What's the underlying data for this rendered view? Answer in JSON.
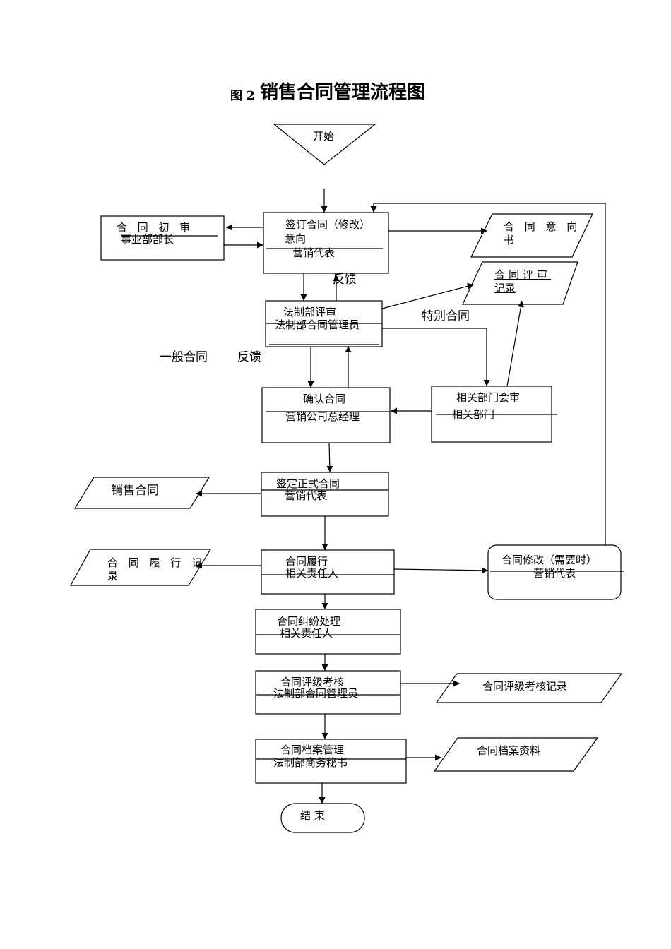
{
  "title": {
    "prefix": "图 2",
    "main": "销售合同管理流程图"
  },
  "nodes": {
    "start": "开始",
    "prelim_review": {
      "line1": "合 同 初 审",
      "line2": "事业部部长"
    },
    "sign_intent": {
      "line1": "签订合同（修改）",
      "line2": "意向",
      "line3": "营销代表"
    },
    "intent_letter": {
      "line1": "合 同 意 向",
      "line2": "书"
    },
    "review_record": {
      "line1": "合同评审",
      "line2": "记录"
    },
    "legal_review": {
      "line1": "法制部评审",
      "line2": "法制部合同管理员"
    },
    "confirm": {
      "line1": "确认合同",
      "line2": "营销公司总经理"
    },
    "dept_review": {
      "line1": "相关部门会审",
      "line2": "相关部门"
    },
    "sign_formal": {
      "line1": "签定正式合同",
      "line2": "营销代表"
    },
    "sales_contract": "销售合同",
    "perform": {
      "line1": "合同履行",
      "line2": "相关责任人"
    },
    "perform_record": {
      "line1": "合 同 履 行 记",
      "line2": "录"
    },
    "modify": {
      "line1": "合同修改（需要时）",
      "line2": "营销代表"
    },
    "dispute": {
      "line1": "合同纠纷处理",
      "line2": "相关责任人"
    },
    "grading": {
      "line1": "合同评级考核",
      "line2": "法制部合同管理员"
    },
    "grading_record": "合同评级考核记录",
    "archive": {
      "line1": "合同档案管理",
      "line2": "法制部商务秘书"
    },
    "archive_docs": "合同档案资料",
    "end": "结 束"
  },
  "edge_labels": {
    "feedback_upper": "反馈",
    "special": "特别合同",
    "general": "一般合同",
    "feedback_lower": "反馈"
  }
}
